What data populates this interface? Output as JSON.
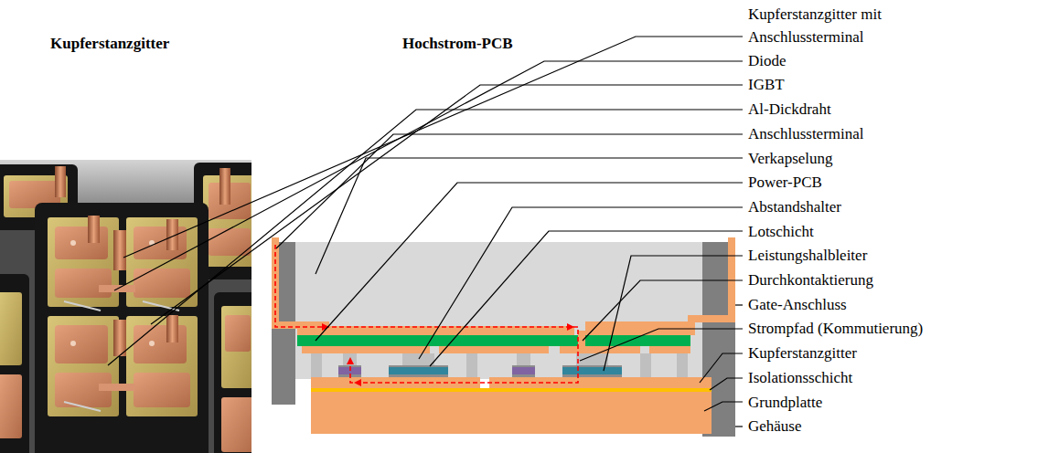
{
  "diagram": {
    "labels": [
      "Kupferstanzgitter",
      "Hochstrom-PCB",
      "Kupferstanzgitter mit Anschlussterminal",
      "Diode",
      "IGBT",
      "Al-Dickdraht",
      "Anschlussterminal",
      "Verkapselung",
      "Power-PCB",
      "Abstandshalter",
      "Lotschicht",
      "Leistungshalbleiter",
      "Durchkontaktierung",
      "Gate-Anschluss",
      "Strompfad (Kommutierung)",
      "Kupferstanzgitter",
      "Isolationsschicht",
      "Grundplatte",
      "Gehäuse"
    ]
  }
}
